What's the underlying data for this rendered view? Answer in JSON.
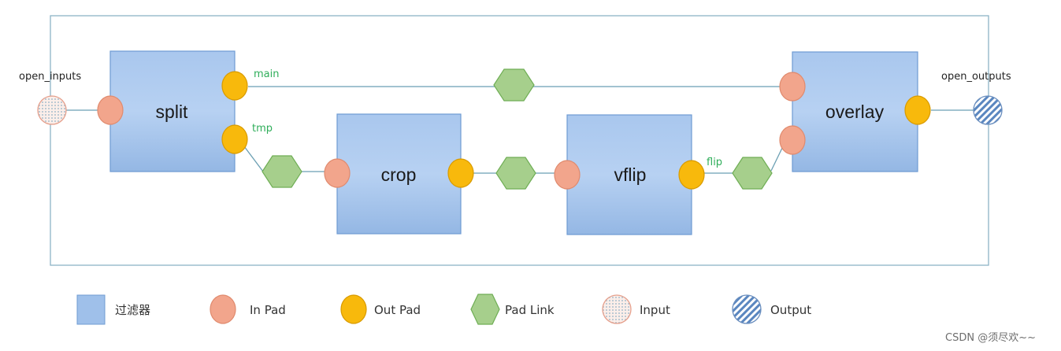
{
  "nodes": {
    "split": "split",
    "crop": "crop",
    "vflip": "vflip",
    "overlay": "overlay"
  },
  "io": {
    "input_label": "open_inputs",
    "output_label": "open_outputs"
  },
  "link_labels": {
    "main": "main",
    "tmp": "tmp",
    "flip": "flip"
  },
  "legend": [
    {
      "label": "过滤器",
      "icon": "filter-box"
    },
    {
      "label": "In Pad",
      "icon": "in-pad"
    },
    {
      "label": "Out Pad",
      "icon": "out-pad"
    },
    {
      "label": "Pad Link",
      "icon": "pad-link"
    },
    {
      "label": "Input",
      "icon": "input"
    },
    {
      "label": "Output",
      "icon": "output"
    }
  ],
  "watermark": "CSDN @须尽欢~~",
  "colors": {
    "filter_box": "#9fc0ea",
    "in_pad": "#f2a58c",
    "out_pad": "#f8b90c",
    "pad_link": "#a6cf8c",
    "link_label": "#2fae5a",
    "frame": "#8db3c7"
  }
}
